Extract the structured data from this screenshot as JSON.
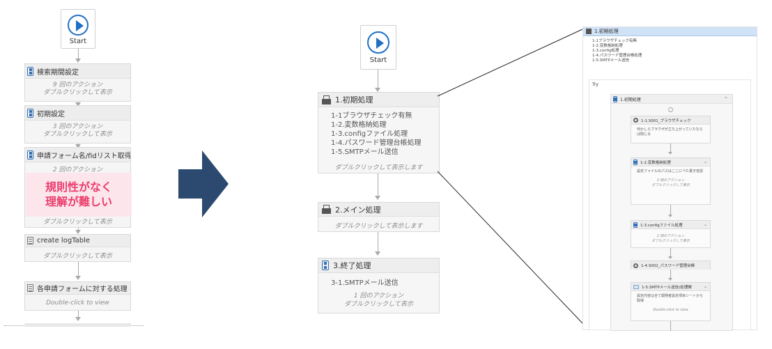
{
  "colors": {
    "accent": "#1f6fc5",
    "arrow": "#2c4a70",
    "callout_bg": "#fde5ec",
    "callout_text": "#ea3d6b"
  },
  "left": {
    "start_label": "Start",
    "blocks": [
      {
        "title": "検索期間設定",
        "count": "9 回のアクション",
        "hint": "ダブルクリックして表示"
      },
      {
        "title": "初期設定",
        "count": "3 回のアクション",
        "hint": "ダブルクリックして表示"
      },
      {
        "title": "申請フォーム名/fidリスト取得",
        "count": "2 回のアクション",
        "hint": "ダブルクリックして表示"
      },
      {
        "title": "create logTable",
        "hint": "ダブルクリックして表示"
      },
      {
        "title": "各申請フォームに対する処理",
        "hint": "Double-click to view"
      }
    ],
    "callout": [
      "規則性がなく",
      "理解が難しい"
    ]
  },
  "middle": {
    "start_label": "Start",
    "block1": {
      "title": "1.初期処理",
      "lines": [
        "1-1ブラウザチェック有無",
        "1-2.変数格納処理",
        "1-3.configファイル処理",
        "1-4.パスワード管理台帳処理",
        "1-5.SMTPメール送信"
      ],
      "hint": "ダブルクリックして表示します"
    },
    "block2": {
      "title": "2.メイン処理",
      "hint": "ダブルクリックして表示します"
    },
    "block3": {
      "title": "3.終了処理",
      "lines": [
        "3-1.SMTPメール送信"
      ],
      "count": "1 回のアクション",
      "hint": "ダブルクリックして表示"
    }
  },
  "right": {
    "header": "1.初期処理",
    "notes": [
      "1-1ブラウザチェック有無",
      "1-2.変数格納処理",
      "1-3.config処理",
      "1-4.パスワード管理台帳処理",
      "1-5.SMTPメール送信"
    ],
    "try_label": "Try",
    "inner_header": "1.初期処理",
    "steps": [
      {
        "title": "1-1.S001_ブラウザチェック",
        "desc": "何かしらブラウザが立ち上がっていたならば閉じる"
      },
      {
        "title": "1-2.変数格納処理",
        "desc": "設定ファイルのパスはここにべた書き容認",
        "count": "2 回のアクション",
        "hint": "ダブルクリックして表示"
      },
      {
        "title": "1-3.configファイル処理",
        "count": "2 回のアクション",
        "hint": "ダブルクリックして表示"
      },
      {
        "title": "1-4.S002_パスワード管理台帳"
      },
      {
        "title": "1-5.SMTPメール送信(処理開",
        "desc": "設定内容は全て開発者設定項目シートから取得",
        "hint": "Double-click to view"
      }
    ]
  }
}
